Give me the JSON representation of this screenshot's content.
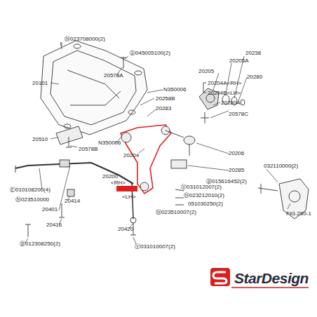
{
  "diagram": {
    "labels": [
      "Ⓝ023708000(2)",
      "Ⓢ045005100(2)",
      "20578A",
      "20101",
      "N350006",
      "20258B",
      "20238",
      "20205A",
      "20205",
      "20280",
      "20204A<RH>",
      "20204B<LH>",
      "20280A",
      "20578C",
      "20283",
      "20510",
      "20578B",
      "N350006",
      "20204",
      "20206",
      "Ⓑ015616452(2)",
      "032110000(2)",
      "20285",
      "20200",
      "<RH>",
      "<LH>",
      "Ⓥ031012007(2)",
      "Ⓝ023212010(2)",
      "051030250(2)",
      "Ⓝ023510007(2)",
      "FIG.280-1",
      "Ⓔ010108200(4)",
      "Ⓝ023510000",
      "20401",
      "20414",
      "20416",
      "20420",
      "Ⓥ031010007(2)",
      "Ⓑ012308250(2)",
      "StarDesign"
    ]
  }
}
